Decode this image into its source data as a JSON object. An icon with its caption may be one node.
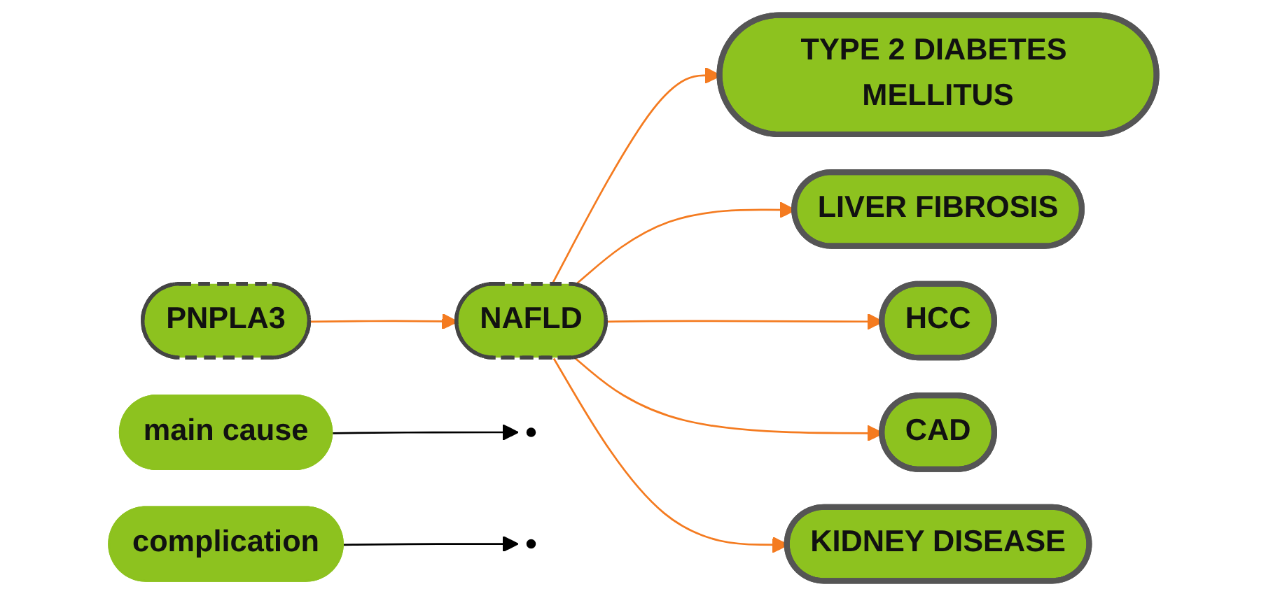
{
  "diagram": {
    "nodes": [
      {
        "text": [
          "PNPLA3"
        ]
      },
      {
        "text": [
          "NAFLD"
        ]
      },
      {
        "text": [
          "main cause"
        ]
      },
      {
        "text": [
          "complication"
        ]
      },
      {
        "text": [
          "TYPE 2 DIABETES MELLITUS"
        ]
      },
      {
        "text": [
          "LIVER FIBROSIS"
        ]
      },
      {
        "text": [
          "HCC"
        ]
      },
      {
        "text": [
          "CAD"
        ]
      },
      {
        "text": [
          "KIDNEY DISEASE"
        ]
      }
    ],
    "edges": [
      {
        "from": 0,
        "to": 1,
        "arrow": "to",
        "color": "#f47b20"
      },
      {
        "from": 2,
        "to": null,
        "arrow": "to",
        "color": "#000000"
      },
      {
        "from": 1,
        "to": 4,
        "arrow": "to",
        "color": "#f47b20"
      },
      {
        "from": 1,
        "to": 5,
        "arrow": "to",
        "color": "#f47b20"
      },
      {
        "from": 1,
        "to": 6,
        "arrow": "to",
        "color": "#f47b20"
      },
      {
        "from": 1,
        "to": 7,
        "arrow": "to",
        "color": "#f47b20"
      },
      {
        "from": 1,
        "to": 8,
        "arrow": "to",
        "color": "#f47b20"
      },
      {
        "from": 3,
        "to": null,
        "arrow": "to",
        "color": "#000000"
      }
    ]
  }
}
